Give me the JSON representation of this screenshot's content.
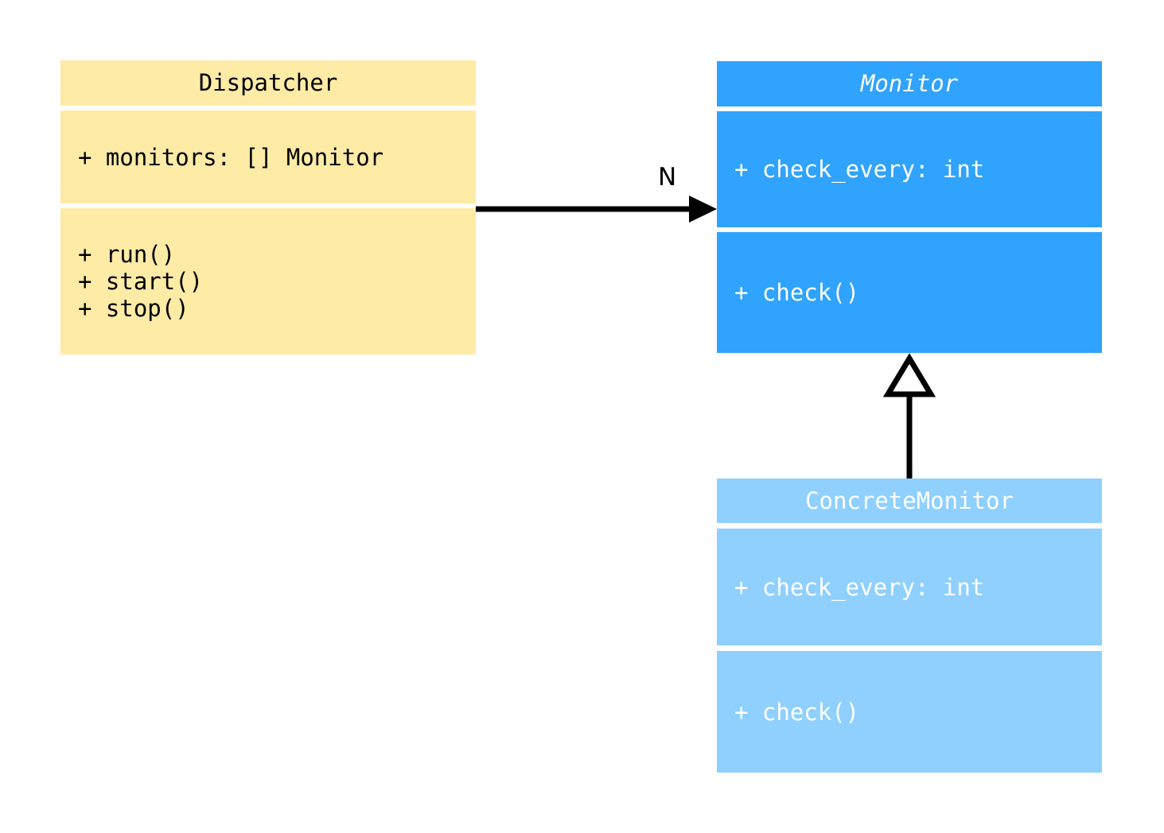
{
  "diagram": {
    "type": "uml-class-diagram",
    "background": "#ffffff",
    "classes": [
      {
        "id": "dispatcher",
        "name": "Dispatcher",
        "abstract": false,
        "fill": "#fdeba6",
        "text_color": "#000000",
        "attributes": [
          "+ monitors: [] Monitor"
        ],
        "operations": [
          "+ run()",
          "+ start()",
          "+ stop()"
        ]
      },
      {
        "id": "monitor",
        "name": "Monitor",
        "abstract": true,
        "fill": "#2fa3fd",
        "text_color": "#ffffff",
        "attributes": [
          "+ check_every: int"
        ],
        "operations": [
          "+ check()"
        ]
      },
      {
        "id": "concrete_monitor",
        "name": "ConcreteMonitor",
        "abstract": false,
        "fill": "#8fd0fe",
        "text_color": "#ffffff",
        "attributes": [
          "+ check_every: int"
        ],
        "operations": [
          "+ check()"
        ]
      }
    ],
    "relations": [
      {
        "id": "dispatcher-to-monitor",
        "kind": "association",
        "from": "Dispatcher",
        "to": "Monitor",
        "arrowhead": "filled-triangle",
        "label": "N",
        "line_color": "#000000"
      },
      {
        "id": "concrete-monitor-to-monitor",
        "kind": "generalization",
        "from": "ConcreteMonitor",
        "to": "Monitor",
        "arrowhead": "hollow-triangle",
        "label": "",
        "line_color": "#000000"
      }
    ]
  },
  "dispatcher": {
    "title": "Dispatcher",
    "attributes_text": "+ monitors: [] Monitor",
    "operations_text": "+ run()\n+ start()\n+ stop()"
  },
  "monitor": {
    "title": "Monitor",
    "attributes_text": "+ check_every: int",
    "operations_text": "+ check()"
  },
  "concrete_monitor": {
    "title": "ConcreteMonitor",
    "attributes_text": "+ check_every: int",
    "operations_text": "+ check()"
  },
  "connectors": {
    "association_multiplicity": "N"
  }
}
